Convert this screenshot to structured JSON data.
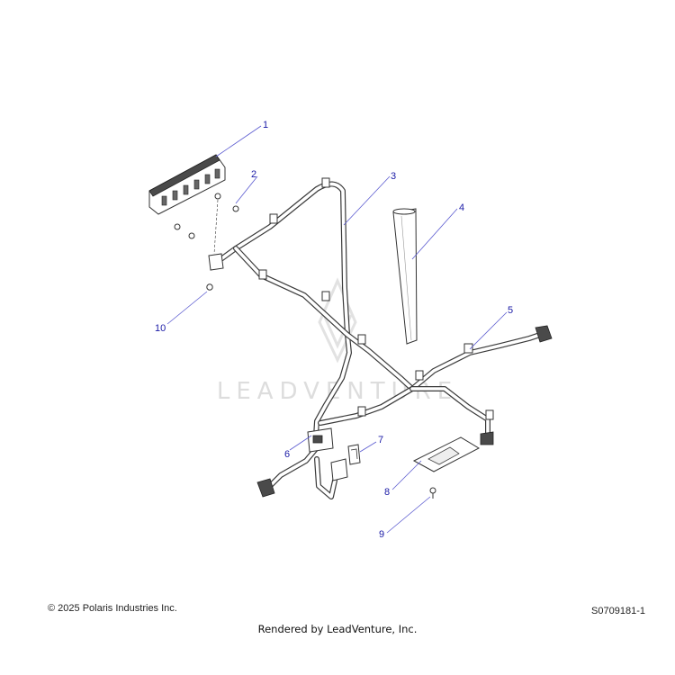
{
  "watermark": "LEADVENTURE",
  "callouts": [
    {
      "label": "1"
    },
    {
      "label": "2"
    },
    {
      "label": "3"
    },
    {
      "label": "4"
    },
    {
      "label": "5"
    },
    {
      "label": "6"
    },
    {
      "label": "7"
    },
    {
      "label": "8"
    },
    {
      "label": "9"
    },
    {
      "label": "10"
    }
  ],
  "footer": {
    "copyright": "© 2025 Polaris Industries Inc.",
    "diagram_id": "S0709181-1",
    "rendered_by": "Rendered by LeadVenture, Inc."
  },
  "colors": {
    "callout": "#1a1aa6",
    "leader": "#5a5ad0",
    "watermark": "#dddddd"
  }
}
